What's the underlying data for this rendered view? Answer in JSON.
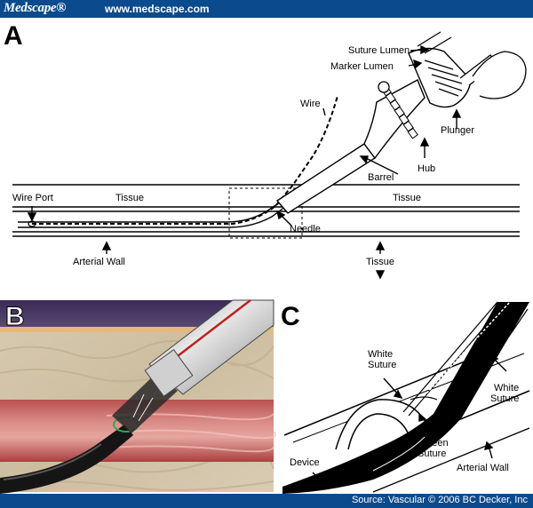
{
  "header": {
    "logo": "Medscape®",
    "url": "www.medscape.com"
  },
  "footer": {
    "source": "Source: Vascular © 2006 BC Decker, Inc"
  },
  "panel_a": {
    "letter": "A",
    "labels": {
      "suture_lumen": "Suture Lumen",
      "marker_lumen": "Marker Lumen",
      "wire": "Wire",
      "plunger": "Plunger",
      "hub": "Hub",
      "barrel": "Barrel",
      "wire_port": "Wire Port",
      "tissue_left": "Tissue",
      "tissue_right": "Tissue",
      "needle": "Needle",
      "arterial_wall": "Arterial Wall",
      "tissue_bottom": "Tissue"
    }
  },
  "panel_b": {
    "letter": "B"
  },
  "panel_c": {
    "letter": "C",
    "labels": {
      "white_suture_left": "White\nSuture",
      "white_suture_right": "White\nSuture",
      "green_suture": "Green\nSuture",
      "device": "Device",
      "arterial_wall": "Arterial Wall"
    }
  }
}
